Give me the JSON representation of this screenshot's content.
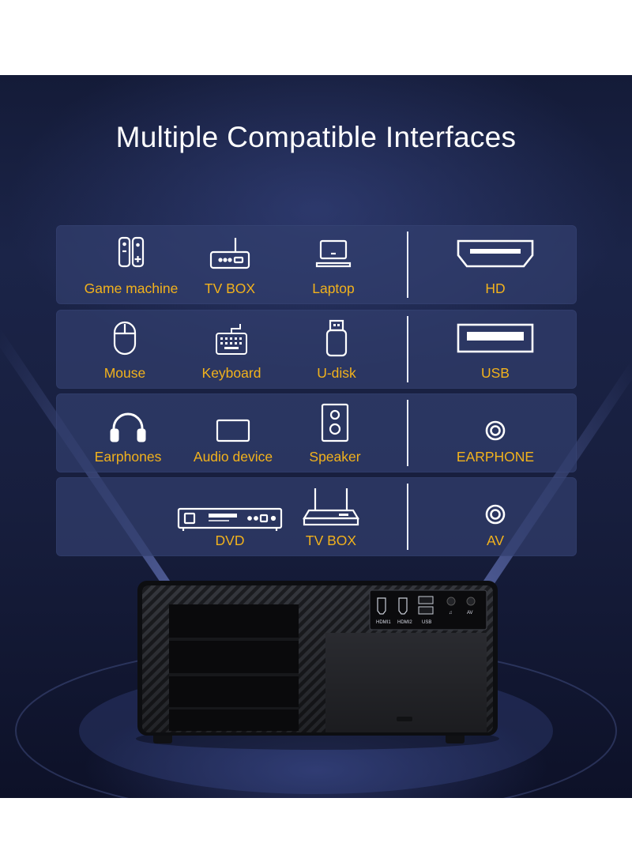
{
  "title": "Multiple Compatible Interfaces",
  "rows": [
    {
      "devices": [
        {
          "label": "Game machine",
          "icon": "game-controller-icon"
        },
        {
          "label": "TV BOX",
          "icon": "router-box-icon"
        },
        {
          "label": "Laptop",
          "icon": "laptop-icon"
        }
      ],
      "port": {
        "label": "HD",
        "icon": "hdmi-port-icon"
      }
    },
    {
      "devices": [
        {
          "label": "Mouse",
          "icon": "mouse-icon"
        },
        {
          "label": "Keyboard",
          "icon": "keyboard-icon"
        },
        {
          "label": "U-disk",
          "icon": "usb-stick-icon"
        }
      ],
      "port": {
        "label": "USB",
        "icon": "usb-port-icon"
      }
    },
    {
      "devices": [
        {
          "label": "Earphones",
          "icon": "headphones-icon"
        },
        {
          "label": "Audio device",
          "icon": "audio-device-icon"
        },
        {
          "label": "Speaker",
          "icon": "speaker-icon"
        }
      ],
      "port": {
        "label": "EARPHONE",
        "icon": "audio-jack-icon"
      }
    },
    {
      "devices": [
        {
          "label": "DVD",
          "icon": "dvd-player-icon"
        },
        {
          "label": "TV BOX",
          "icon": "tv-box-antenna-icon"
        }
      ],
      "port": {
        "label": "AV",
        "icon": "av-jack-icon"
      }
    }
  ],
  "projector_ports": {
    "hdmi1": "HDMI1",
    "hdmi2": "HDMI2",
    "usb": "USB",
    "av": "AV"
  },
  "colors": {
    "label_accent": "#f2b21c",
    "icon_stroke": "#ffffff",
    "background": "#171e3d"
  }
}
